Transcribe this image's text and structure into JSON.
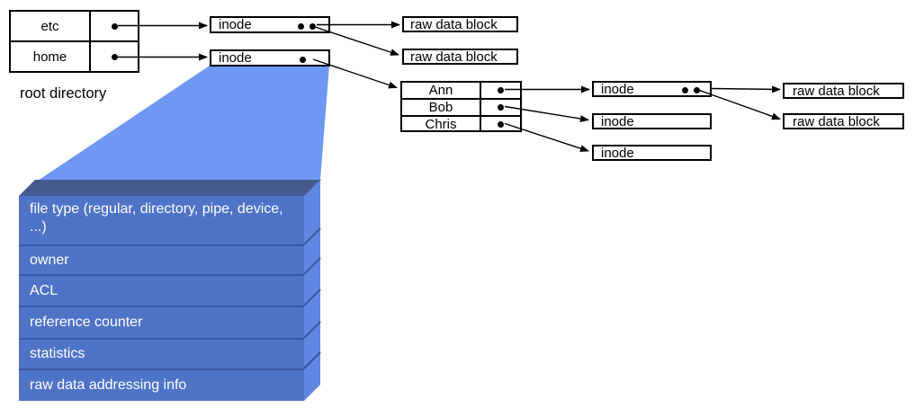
{
  "root_directory": {
    "caption": "root directory",
    "entries": [
      {
        "name": "etc"
      },
      {
        "name": "home"
      }
    ]
  },
  "labels": {
    "inode": "inode",
    "raw_data_block": "raw data block"
  },
  "home_directory": {
    "entries": [
      {
        "name": "Ann"
      },
      {
        "name": "Bob"
      },
      {
        "name": "Chris"
      }
    ]
  },
  "inode_fields": [
    "file type (regular, directory, pipe, device, ...)",
    "owner",
    "ACL",
    "reference counter",
    "statistics",
    "raw data addressing info"
  ],
  "colors": {
    "funnel": "#6E98F3",
    "stack_top": "#46598E",
    "stack_front": "#4F73C7",
    "stack_side": "#6187E2",
    "stack_divider": "#3A57A0",
    "stack_text": "#FFFFFF",
    "line": "#000000"
  }
}
